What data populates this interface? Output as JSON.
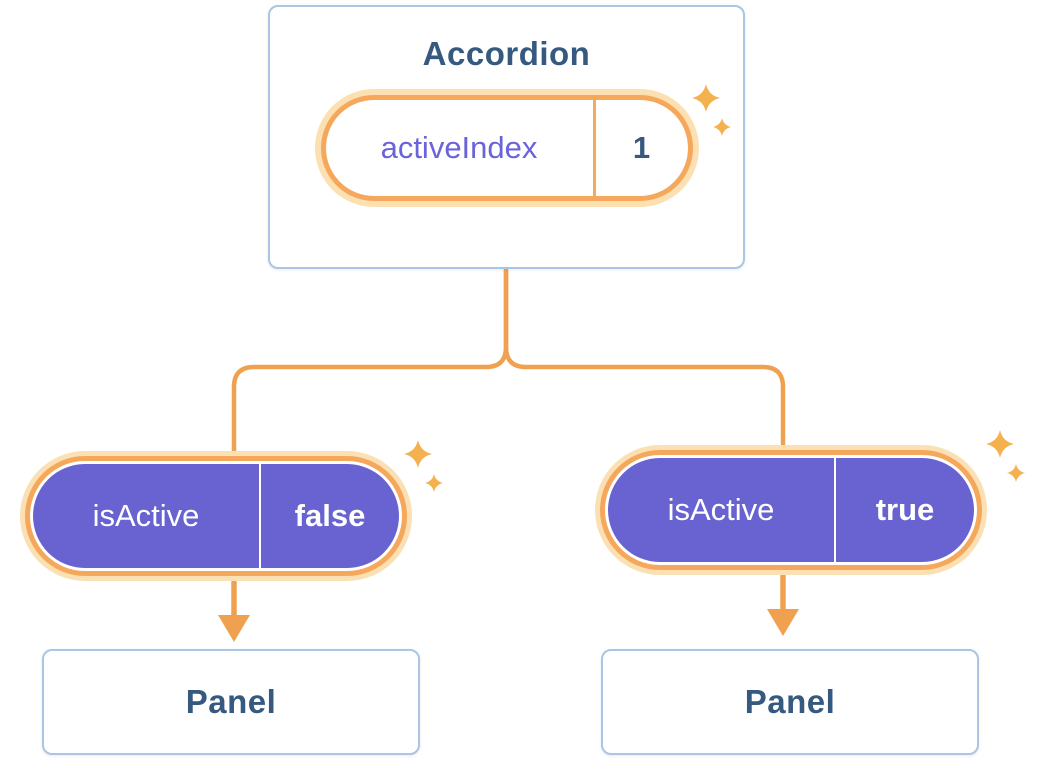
{
  "diagram": {
    "accordion": {
      "title": "Accordion",
      "state": {
        "label": "activeIndex",
        "value": "1"
      }
    },
    "branches": [
      {
        "prop": {
          "label": "isActive",
          "value": "false"
        },
        "panel": {
          "title": "Panel"
        }
      },
      {
        "prop": {
          "label": "isActive",
          "value": "true"
        },
        "panel": {
          "title": "Panel"
        }
      }
    ],
    "icons": {
      "sparkle": "four-point-star"
    },
    "colors": {
      "background": "#ffffff",
      "card_border": "#a9c6e2",
      "card_text": "#35597f",
      "pill_purple": "#6963d2",
      "label_purple": "#6a63d9",
      "orange_line": "#f0a150",
      "orange_ring": "#f5a75b",
      "glow": "#fce0b2",
      "sparkle": "#f6b14f"
    }
  }
}
